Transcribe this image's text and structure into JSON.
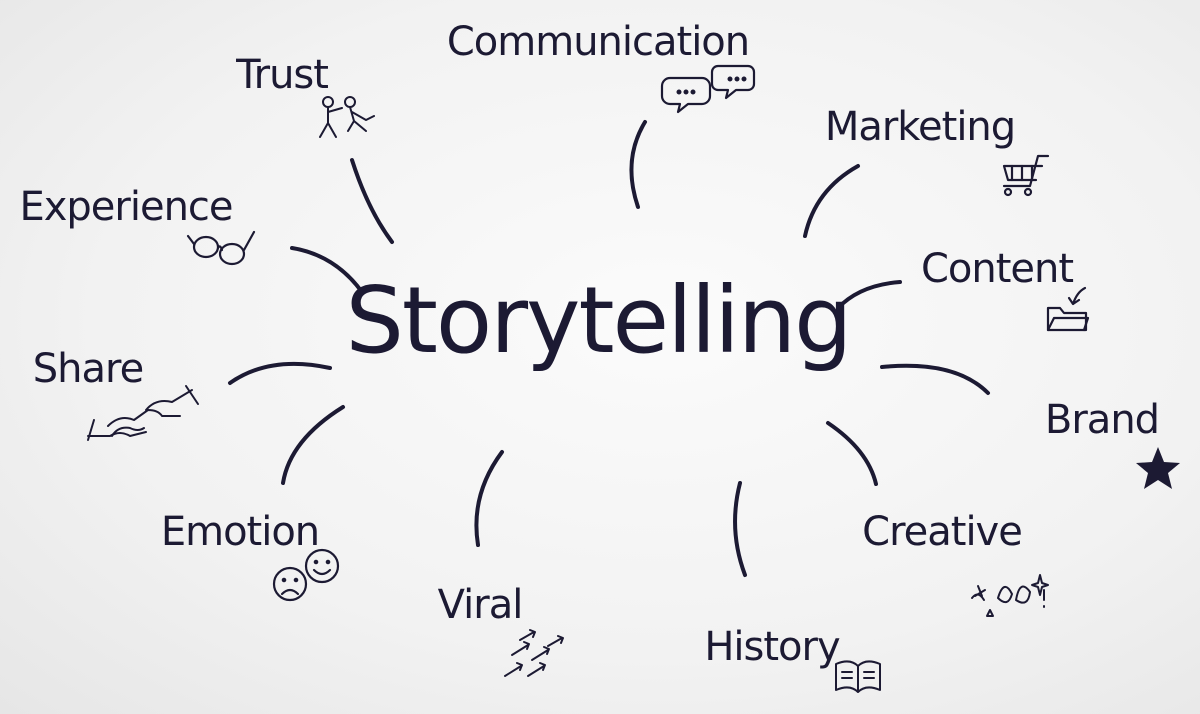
{
  "center": {
    "label": "Storytelling"
  },
  "nodes": [
    {
      "label": "Communication",
      "icon": "speech-bubbles-icon"
    },
    {
      "label": "Marketing",
      "icon": "shopping-cart-icon"
    },
    {
      "label": "Content",
      "icon": "folder-icon"
    },
    {
      "label": "Brand",
      "icon": "star-icon"
    },
    {
      "label": "Creative",
      "icon": "doodle-sparkles-icon"
    },
    {
      "label": "History",
      "icon": "open-book-icon"
    },
    {
      "label": "Viral",
      "icon": "arrows-icon"
    },
    {
      "label": "Emotion",
      "icon": "faces-icon"
    },
    {
      "label": "Share",
      "icon": "handshake-icon"
    },
    {
      "label": "Experience",
      "icon": "glasses-icon"
    },
    {
      "label": "Trust",
      "icon": "stick-figures-icon"
    }
  ],
  "colors": {
    "ink": "#1c1a33",
    "background": "#f2f2f2"
  }
}
